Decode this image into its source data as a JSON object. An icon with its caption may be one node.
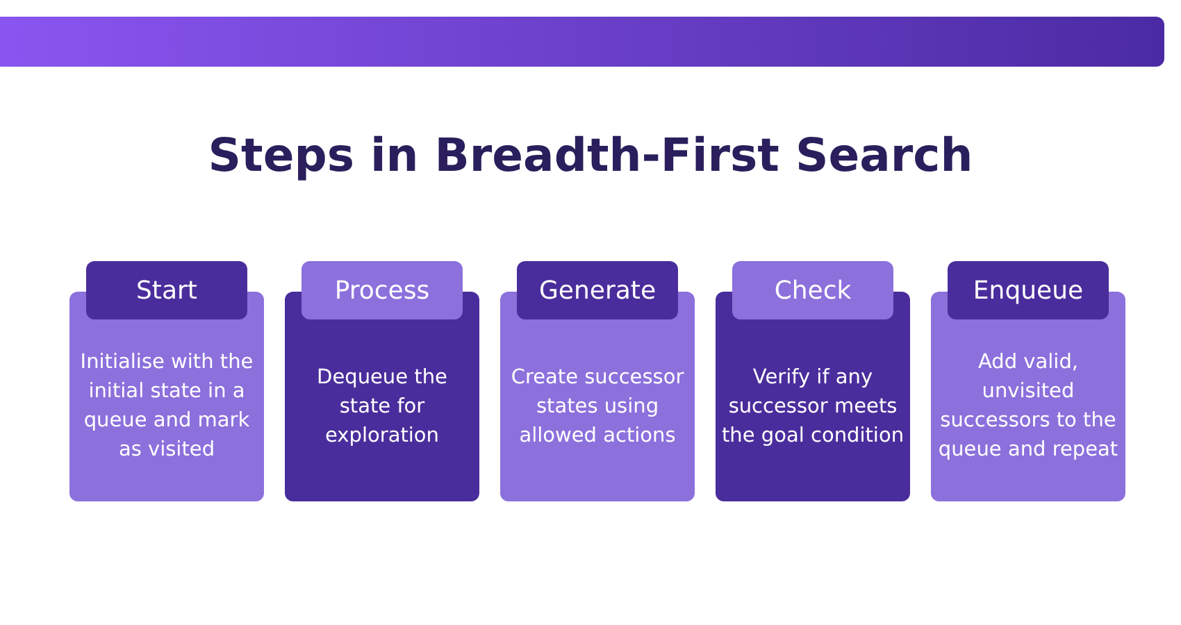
{
  "diagram": {
    "title": "Steps in Breadth-First Search",
    "nodes": [
      {
        "text": [
          "Start",
          "Initialise with the initial state in a queue and mark as visited"
        ]
      },
      {
        "text": [
          "Process",
          "Dequeue the state for exploration"
        ]
      },
      {
        "text": [
          "Generate",
          "Create successor states using allowed actions"
        ]
      },
      {
        "text": [
          "Check",
          "Verify if any successor meets the goal condition"
        ]
      },
      {
        "text": [
          "Enqueue",
          "Add valid, unvisited successors to the queue and repeat"
        ]
      }
    ],
    "edges": []
  }
}
